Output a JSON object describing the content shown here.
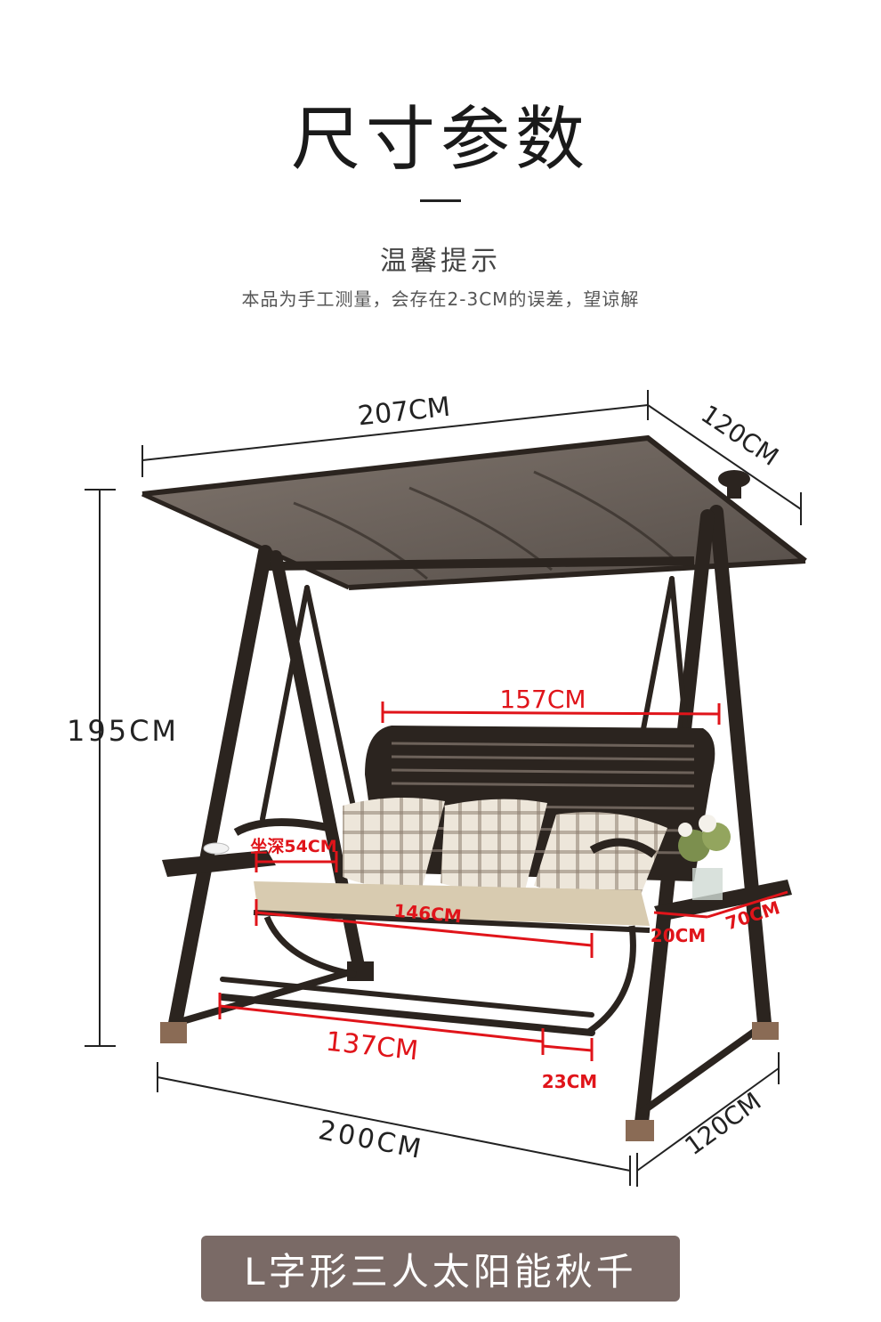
{
  "header": {
    "title": "尺寸参数",
    "subtitle": "温馨提示",
    "note": "本品为手工测量，会存在2-3CM的误差，望谅解"
  },
  "dimensions": {
    "canopy_width": "207CM",
    "canopy_depth": "120CM",
    "height": "195CM",
    "backrest_width": "157CM",
    "seat_depth": "坐深54CM",
    "seat_width": "146CM",
    "side_table_width": "20CM",
    "side_table_length": "70CM",
    "footrest_width": "137CM",
    "footrest_depth": "23CM",
    "base_width": "200CM",
    "base_depth": "120CM"
  },
  "footer": {
    "product_name": "L字形三人太阳能秋千"
  },
  "colors": {
    "frame": "#2b241f",
    "canopy": "#5a5048",
    "cushion": "#d8cbb0",
    "measure_red": "#e0141a",
    "badge": "#7a6a66"
  }
}
